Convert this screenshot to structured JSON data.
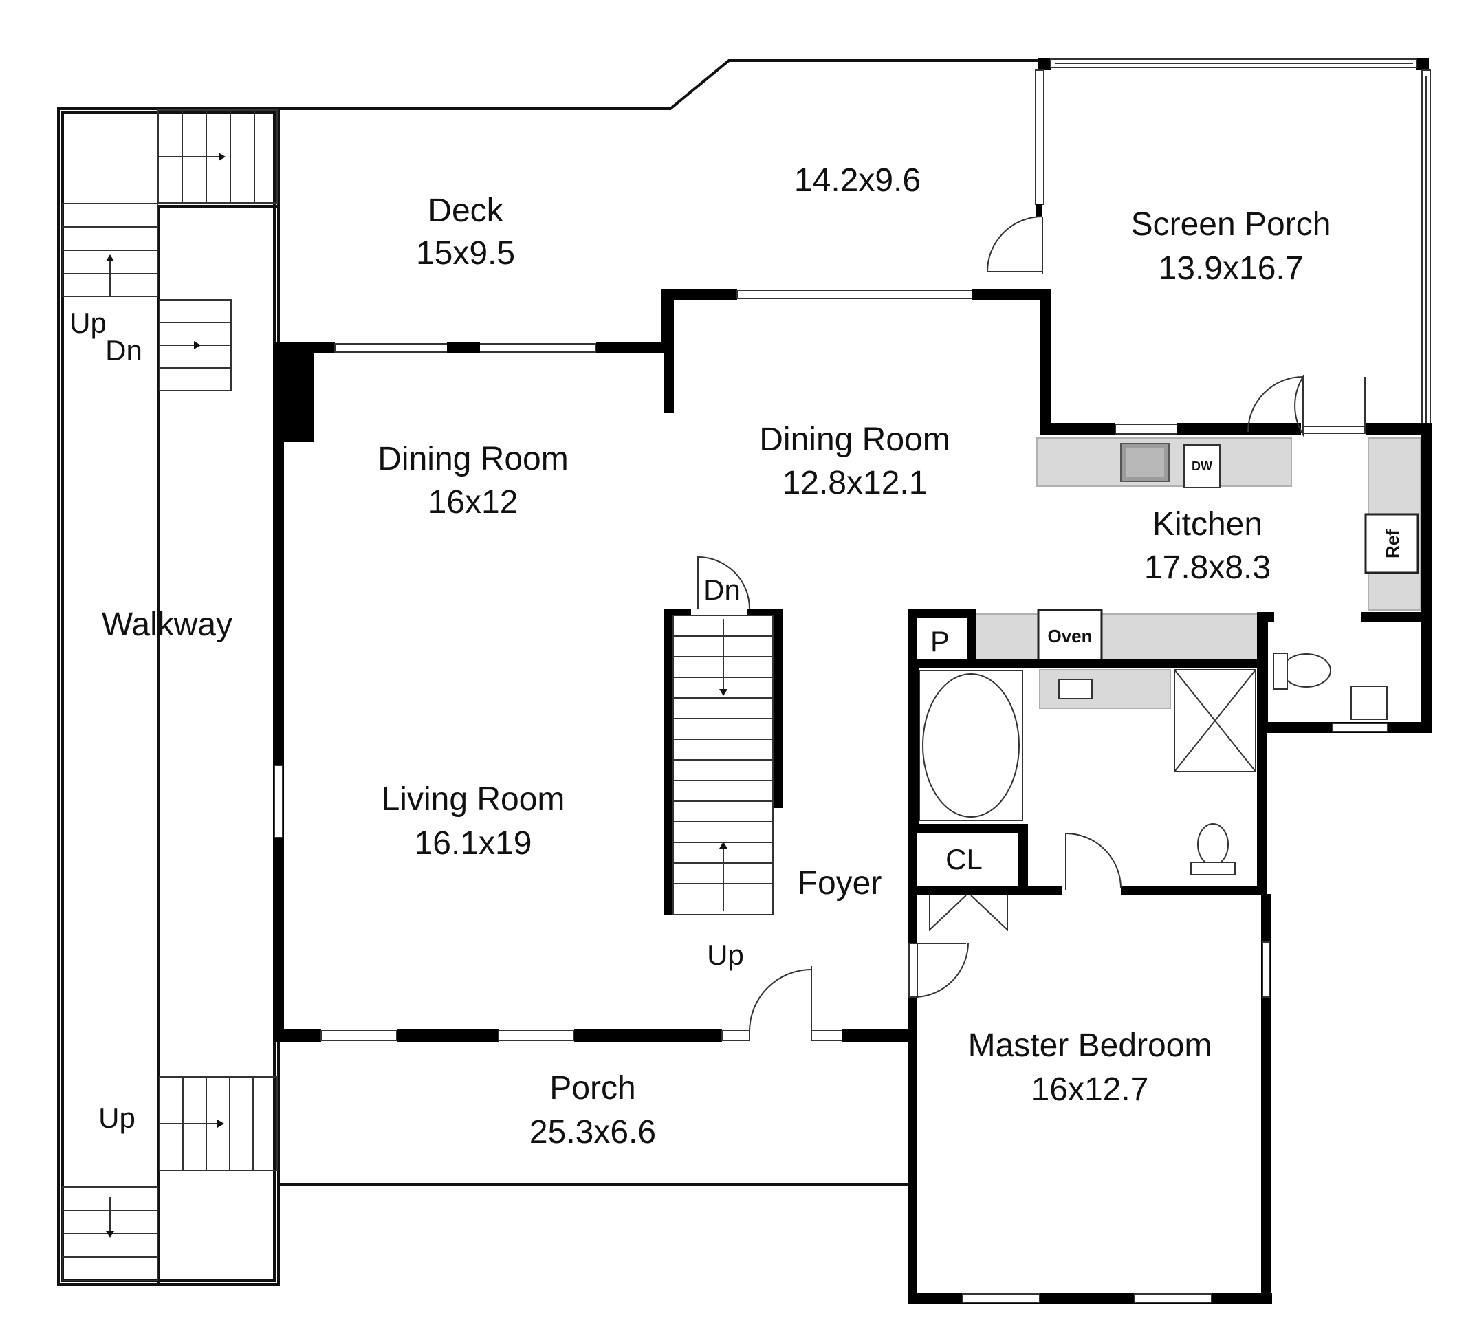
{
  "rooms": {
    "deck_left": {
      "name": "Deck",
      "dim": "15x9.5"
    },
    "deck_right": {
      "dim": "14.2x9.6"
    },
    "screen_porch": {
      "name": "Screen Porch",
      "dim": "13.9x16.7"
    },
    "dining_left": {
      "name": "Dining Room",
      "dim": "16x12"
    },
    "dining_right": {
      "name": "Dining Room",
      "dim": "12.8x12.1"
    },
    "kitchen": {
      "name": "Kitchen",
      "dim": "17.8x8.3"
    },
    "living": {
      "name": "Living Room",
      "dim": "16.1x19"
    },
    "foyer": {
      "name": "Foyer"
    },
    "master": {
      "name": "Master Bedroom",
      "dim": "16x12.7"
    },
    "porch": {
      "name": "Porch",
      "dim": "25.3x6.6"
    },
    "walkway": {
      "name": "Walkway"
    },
    "closet": {
      "name": "CL"
    },
    "pantry": {
      "name": "P"
    }
  },
  "labels": {
    "up": "Up",
    "dn": "Dn",
    "oven": "Oven",
    "dw": "DW",
    "ref": "Ref"
  },
  "colors": {
    "wall": "#000000",
    "counter": "#d9d9d9",
    "background": "#ffffff"
  }
}
